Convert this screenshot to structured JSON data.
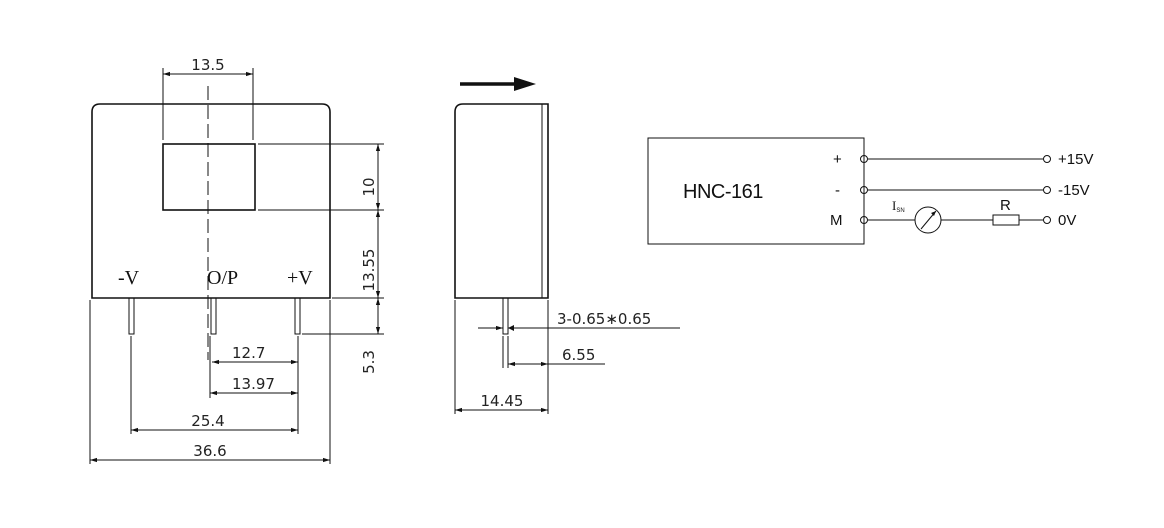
{
  "front_view": {
    "dim_window_width": "13.5",
    "dim_window_height": "10",
    "dim_window_to_base": "13.55",
    "dim_pin_length": "5.3",
    "dim_pin_center_to_right": "12.7",
    "dim_center_to_right_pin": "13.97",
    "dim_pin_span": "25.4",
    "dim_total_width": "36.6",
    "pin_labels": [
      "-V",
      "O/P",
      "+V"
    ]
  },
  "side_view": {
    "dim_pin_size": "3-0.65∗0.65",
    "dim_pin_offset": "6.55",
    "dim_depth": "14.45"
  },
  "schematic": {
    "model": "HNC-161",
    "terminals": [
      "+",
      "-",
      "M"
    ],
    "supply_labels": [
      "+15V",
      "-15V",
      "0V"
    ],
    "meter_label_main": "I",
    "meter_label_sub": "SN",
    "resistor_label": "R"
  }
}
